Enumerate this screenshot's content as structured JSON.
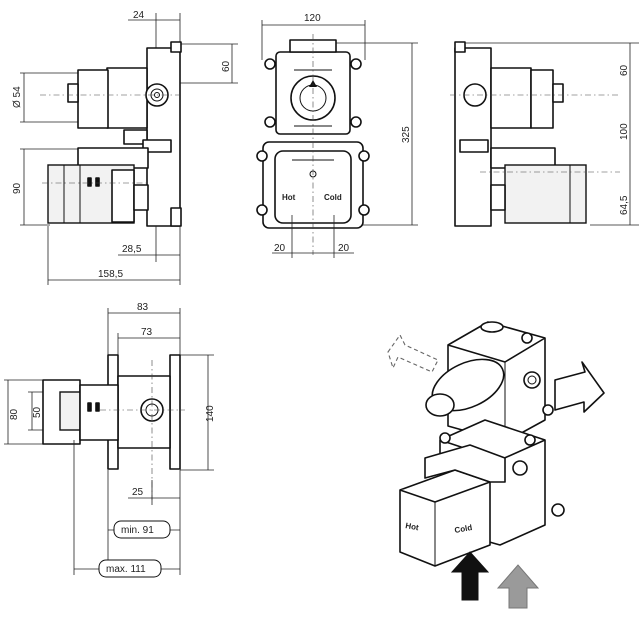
{
  "dimensions": {
    "side_left": {
      "d24": "24",
      "d60": "60",
      "dia54": "Ø 54",
      "d90": "90",
      "d28_5": "28,5",
      "d158_5": "158,5"
    },
    "front": {
      "d120": "120",
      "d325": "325",
      "d20_left": "20",
      "d20_right": "20"
    },
    "side_right": {
      "d60": "60",
      "d100": "100",
      "d64_5": "64,5"
    },
    "top": {
      "d83": "83",
      "d73": "73",
      "d80": "80",
      "d50": "50",
      "d140": "140",
      "d25": "25",
      "min": "min. 91",
      "max": "max. 111"
    }
  },
  "labels": {
    "hot": "Hot",
    "cold": "Cold",
    "iso_hot": "Hot",
    "iso_cold": "Cold"
  },
  "colors": {
    "line": "#111111",
    "arrow_dark": "#111111",
    "arrow_light": "#9a9a9a",
    "background": "#ffffff"
  },
  "icons": {
    "inlet_arrow_hot": "arrow-up-black",
    "inlet_arrow_cold": "arrow-up-grey",
    "outlet_arrow_right": "arrow-right-outline",
    "outlet_arrow_left": "arrow-left-dashed-outline"
  }
}
